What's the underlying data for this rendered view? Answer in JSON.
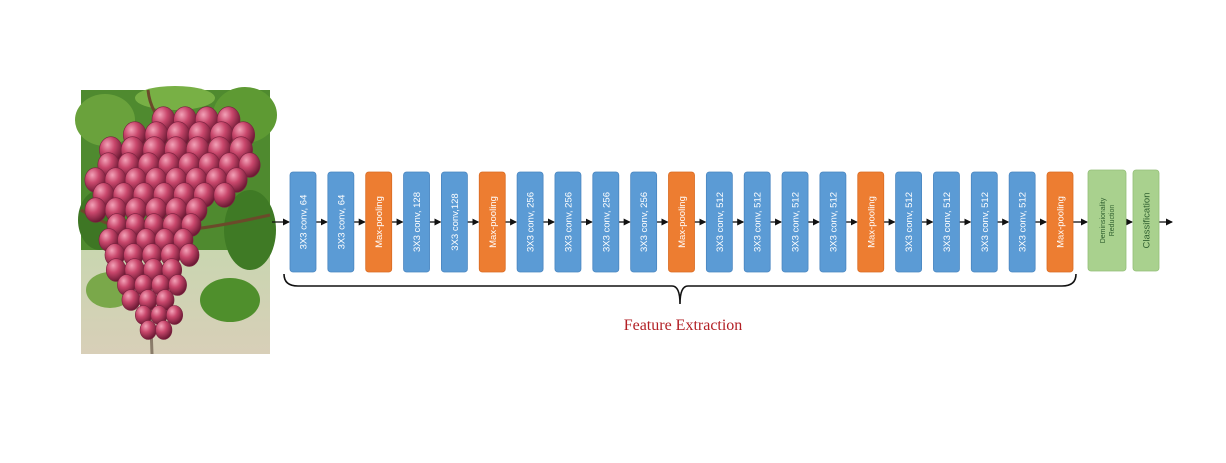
{
  "diagram": {
    "input": {
      "image": "red-grape-bunch-photo"
    },
    "layers": [
      {
        "label": "3X3 conv, 64",
        "kind": "conv"
      },
      {
        "label": "3X3 conv, 64",
        "kind": "conv"
      },
      {
        "label": "Max-pooling",
        "kind": "pool"
      },
      {
        "label": "3X3 conv, 128",
        "kind": "conv"
      },
      {
        "label": "3X3 conv,128",
        "kind": "conv"
      },
      {
        "label": "Max-pooling",
        "kind": "pool"
      },
      {
        "label": "3X3 conv, 256",
        "kind": "conv"
      },
      {
        "label": "3X3 conv, 256",
        "kind": "conv"
      },
      {
        "label": "3X3 conv, 256",
        "kind": "conv"
      },
      {
        "label": "3X3 conv, 256",
        "kind": "conv"
      },
      {
        "label": "Max-pooling",
        "kind": "pool"
      },
      {
        "label": "3X3 conv, 512",
        "kind": "conv"
      },
      {
        "label": "3X3 conv, 512",
        "kind": "conv"
      },
      {
        "label": "3X3 conv, 512",
        "kind": "conv"
      },
      {
        "label": "3X3 conv, 512",
        "kind": "conv"
      },
      {
        "label": "Max-pooling",
        "kind": "pool"
      },
      {
        "label": "3X3 conv, 512",
        "kind": "conv"
      },
      {
        "label": "3X3 conv, 512",
        "kind": "conv"
      },
      {
        "label": "3X3 conv, 512",
        "kind": "conv"
      },
      {
        "label": "3X3 conv, 512",
        "kind": "conv"
      },
      {
        "label": "Max-pooling",
        "kind": "pool"
      }
    ],
    "heads": [
      {
        "lines": [
          "Deminsionality",
          "Reduction"
        ]
      },
      {
        "lines": [
          "Classification"
        ]
      }
    ],
    "group_caption": "Feature Extraction",
    "colors": {
      "conv": "#5b9bd5",
      "conv_border": "#4a86c0",
      "pool": "#ed7d31",
      "pool_border": "#d96b22",
      "head": "#a9d18e",
      "head_border": "#94bf78",
      "arrow": "#111111",
      "brace": "#111111",
      "caption": "#b21f24"
    }
  }
}
